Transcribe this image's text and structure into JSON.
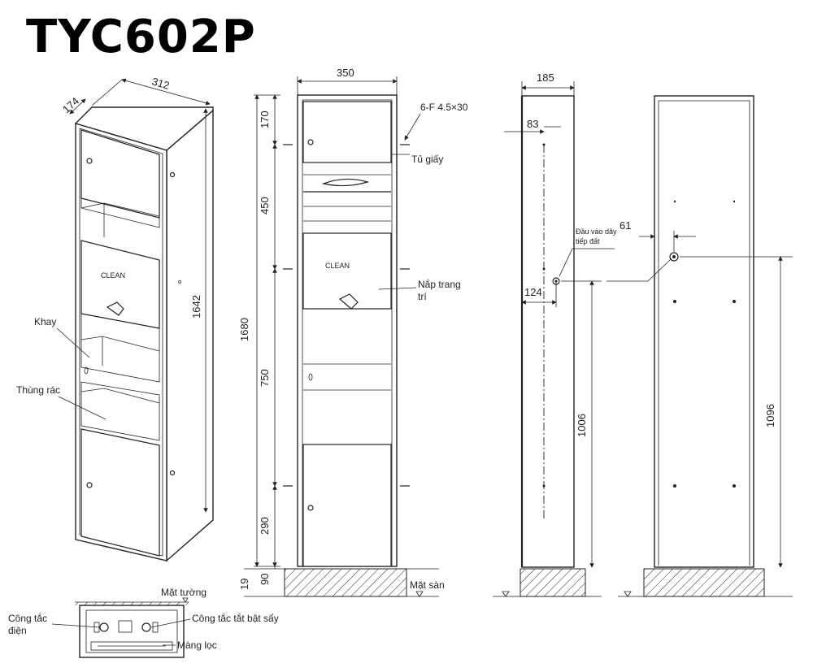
{
  "title": "TYC602P",
  "iso_view": {
    "dims": {
      "depth": "174",
      "width": "312",
      "height": "1642"
    },
    "labels": {
      "tray": "Khay",
      "trash": "Thùng rác"
    }
  },
  "front_view": {
    "dims": {
      "width": "350",
      "total_height": "1680",
      "top": "170",
      "mid": "450",
      "lower": "750",
      "bottom": "290",
      "base": "90",
      "floor_gap": "19"
    },
    "screw_spec": "6-F 4.5×30",
    "labels": {
      "paper_cabinet": "Tủ giấy",
      "cover_line1": "Nắp trang",
      "cover_line2": "trí",
      "floor": "Mặt sàn"
    }
  },
  "side_view": {
    "dims": {
      "depth": "185",
      "offset": "83",
      "wire_offset": "124",
      "wire_height": "1006"
    },
    "labels": {
      "wire_line1": "Đầu vào dây",
      "wire_line2": "tiếp đất"
    }
  },
  "back_view": {
    "dims": {
      "wire_offset": "61",
      "wire_height": "1096"
    }
  },
  "top_view": {
    "labels": {
      "wall": "Mặt tường",
      "switch_line1": "Công tắc",
      "switch_line2": "điện",
      "dryer_switch": "Công tắc tắt bật sấy",
      "filter": "Màng lọc"
    }
  },
  "colors": {
    "line": "#222222",
    "background": "#ffffff"
  }
}
